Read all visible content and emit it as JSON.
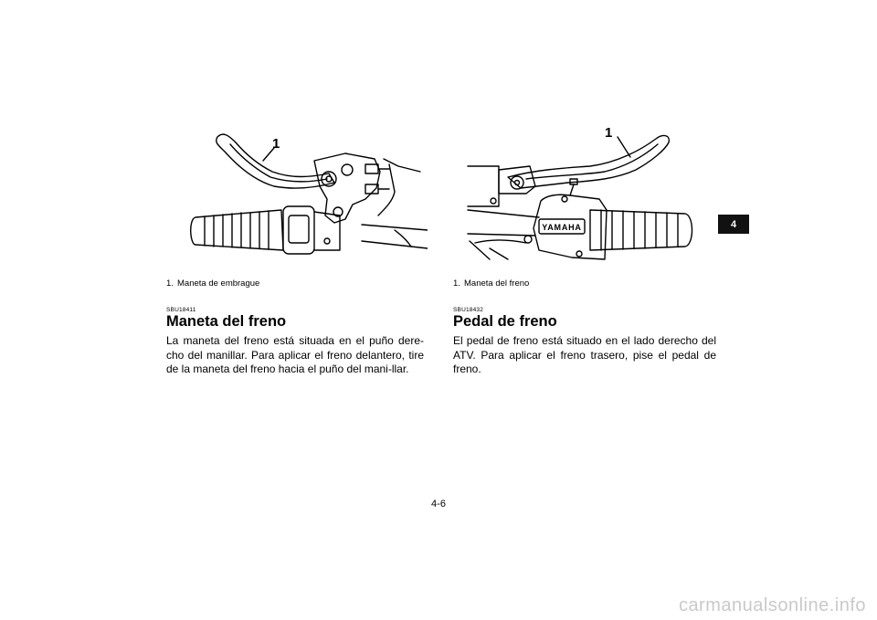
{
  "left_column": {
    "figure": {
      "callout_label": "1"
    },
    "caption": {
      "number": "1.",
      "text": "Maneta de embrague"
    },
    "section": {
      "code": "SBU18411",
      "title": "Maneta del freno",
      "body": "La maneta del freno está situada en el puño dere-cho del manillar. Para aplicar el freno delantero, tire de la maneta del freno hacia el puño del mani-llar."
    }
  },
  "right_column": {
    "figure": {
      "callout_label": "1",
      "brand_text": "YAMAHA"
    },
    "caption": {
      "number": "1.",
      "text": "Maneta del freno"
    },
    "section": {
      "code": "SBU18432",
      "title": "Pedal de freno",
      "body": "El pedal de freno está situado en el lado derecho del ATV. Para aplicar el freno trasero, pise el pedal de freno."
    }
  },
  "chapter_tab": "4",
  "page_number": "4-6",
  "watermark": "carmanualsonline.info",
  "colors": {
    "ink": "#000000",
    "tab_bg": "#111111",
    "watermark": "#c9c9c9"
  }
}
